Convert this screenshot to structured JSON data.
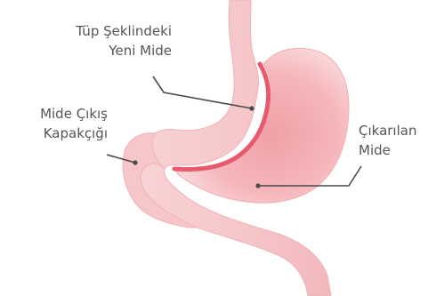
{
  "labels": {
    "tube_stomach": [
      "Tüp Şeklindeki",
      "Yeni Mide"
    ],
    "pylorus": [
      "Mide Çıkış",
      "Kapakçığı"
    ],
    "removed_stomach": [
      "Çıkarılan",
      "Mide"
    ]
  },
  "colors": {
    "tube_fill": "#f6c9cb",
    "tube_shade": "#efb1b4",
    "removed_fill": "#f3a9ad",
    "removed_light": "#fbe2e3",
    "staple_line": "#e85a6b",
    "leader_line": "#4a4a4a",
    "label_text": "#555555"
  }
}
